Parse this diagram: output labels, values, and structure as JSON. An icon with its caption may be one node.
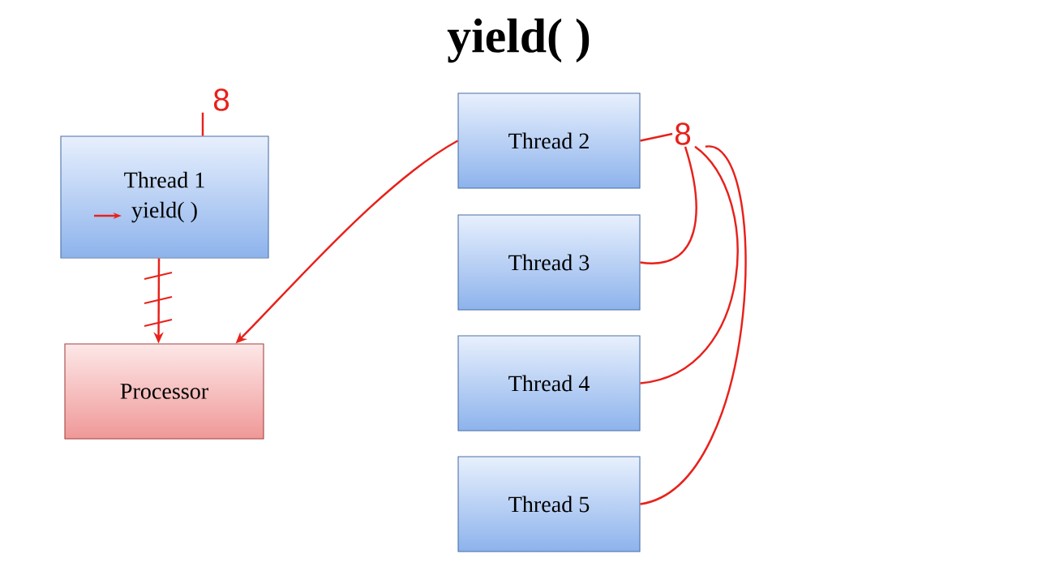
{
  "diagram": {
    "title": "yield( )",
    "nodes": [
      {
        "text": [
          "Thread 1",
          "yield( )"
        ]
      },
      {
        "text": [
          "Processor"
        ]
      },
      {
        "text": [
          "Thread 2"
        ]
      },
      {
        "text": [
          "Thread 3"
        ]
      },
      {
        "text": [
          "Thread 4"
        ]
      },
      {
        "text": [
          "Thread 5"
        ]
      },
      {
        "text": [
          "8"
        ]
      },
      {
        "text": [
          "8"
        ]
      }
    ],
    "edges": [
      {
        "from": 6,
        "to": 0,
        "arrow": "none"
      },
      {
        "from": 0,
        "to": 1,
        "arrow": "to"
      },
      {
        "from": 2,
        "to": 1,
        "arrow": "to"
      },
      {
        "from": 2,
        "to": 7,
        "arrow": "none"
      },
      {
        "from": 7,
        "to": 3,
        "arrow": "none"
      },
      {
        "from": 7,
        "to": 4,
        "arrow": "none"
      },
      {
        "from": 7,
        "to": 5,
        "arrow": "none"
      }
    ]
  }
}
